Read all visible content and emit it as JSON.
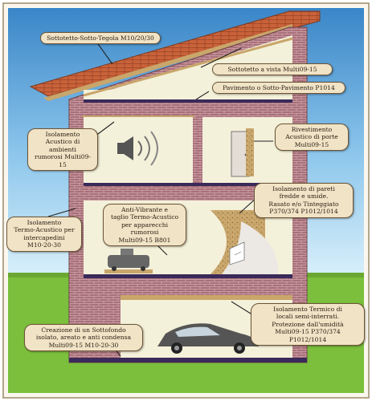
{
  "colors": {
    "sky_top": "#3a86c8",
    "sky_bottom": "#bfe3f7",
    "grass": "#7bbf3c",
    "brick": "#a9707a",
    "brick_mortar": "#d7b0b5",
    "roof": "#c9623a",
    "room_fill": "#f4f1da",
    "insulation": "#c9a66b",
    "label_fill": "#f1e3c6",
    "label_border": "#6b5436",
    "floor_dark": "#3a2a5a"
  },
  "icons": [
    "speaker-icon",
    "door-icon",
    "machine-icon",
    "car-icon",
    "wall-corner-icon"
  ],
  "labels": {
    "roof_tile": "Sottotetto-Sotto-Tegola M10/20/30",
    "attic_visible": "Sottotetto a vista Multi09-15",
    "floor_underfloor": "Pavimento o Sotto-Pavimento P1014",
    "acoustic_rooms": "Isolamento\nAcustico di ambienti\nrumorosi Multi09-15",
    "door_cladding": "Rivestimento\nAcustico di porte\nMulti09-15",
    "cold_walls": "Isolamento di pareti\nfredde e umide.\nRasato e/o Tinteggiato\nP370/374 P1012/1014",
    "anti_vibration": "Anti-Vibrante e\ntaglio Termo-Acustico\nper apparecchi rumorosi\nMulti09-15 B801",
    "cavity_insulation": "Isolamento\nTermo-Acustico per\nintercapedini\nM10-20-30",
    "basement_thermal": "Isolamento Termico di\nlocali semi-interrati.\nProtezione dall'umidità\nMulti09-15 P370/374 P1012/1014",
    "subfloor": "Creazione di un Sottofondo\nisolato, areato e anti condensa\nMulti09-15 M10-20-30"
  }
}
